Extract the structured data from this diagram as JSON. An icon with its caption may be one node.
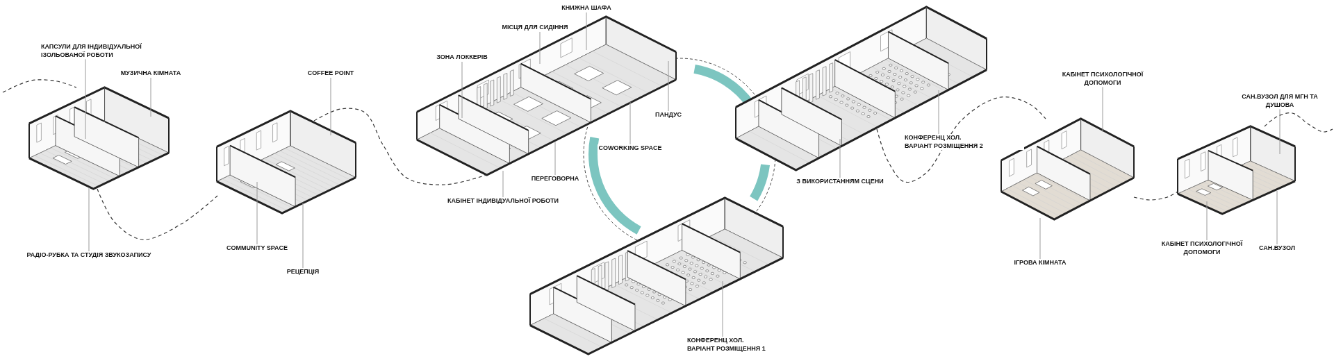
{
  "diagram": {
    "nodes": [
      {
        "text": [
          "КАПСУЛИ ДЛЯ ІНДИВІДУАЛЬНОЇ ІЗОЛЬОВАНОЇ РОБОТИ"
        ]
      },
      {
        "text": [
          "МУЗИЧНА КІМНАТА"
        ]
      },
      {
        "text": [
          "РАДІО-РУБКА ТА СТУДІЯ ЗВУКОЗАПИСУ"
        ]
      },
      {
        "text": [],
        "shape": "picture"
      },
      {
        "text": [
          "COFFEE POINT"
        ]
      },
      {
        "text": [
          "COMMUNITY SPACE"
        ]
      },
      {
        "text": [
          "РЕЦЕПЦІЯ"
        ]
      },
      {
        "text": [],
        "shape": "picture"
      },
      {
        "text": [
          "КНИЖНА ШАФА"
        ]
      },
      {
        "text": [
          "МІСЦЯ ДЛЯ СИДІННЯ"
        ]
      },
      {
        "text": [
          "ЗОНА ЛОККЕРІВ"
        ]
      },
      {
        "text": [
          "ПАНДУС"
        ]
      },
      {
        "text": [
          "COWORKING SPACE"
        ]
      },
      {
        "text": [
          "ПЕРЕГОВОРНА"
        ]
      },
      {
        "text": [
          "КАБІНЕТ ІНДИВІДУАЛЬНОЇ РОБОТИ"
        ]
      },
      {
        "text": [],
        "shape": "picture"
      },
      {
        "text": [
          "КОНФЕРЕНЦ ХОЛ. ВАРІАНТ РОЗМІЩЕННЯ 2"
        ]
      },
      {
        "text": [
          "З ВИКОРИСТАННЯМ СЦЕНИ"
        ]
      },
      {
        "text": [],
        "shape": "picture"
      },
      {
        "text": [
          "КОНФЕРЕНЦ ХОЛ. ВАРІАНТ РОЗМІЩЕННЯ 1"
        ]
      },
      {
        "text": [],
        "shape": "picture"
      },
      {
        "text": [
          "КАБІНЕТ ПСИХОЛОГІЧНОЇ ДОПОМОГИ"
        ]
      },
      {
        "text": [
          "ІГРОВА КІМНАТА"
        ]
      },
      {
        "text": [],
        "shape": "picture"
      },
      {
        "text": [
          "САН.ВУЗОЛ ДЛЯ МГН ТА ДУШОВА"
        ]
      },
      {
        "text": [
          "КАБІНЕТ ПСИХОЛОГІЧНОЇ ДОПОМОГИ"
        ]
      },
      {
        "text": [
          "САН.ВУЗОЛ"
        ]
      },
      {
        "text": [],
        "shape": "picture"
      }
    ],
    "edges": [
      {
        "from": 0,
        "to": 3,
        "arrow": "none"
      },
      {
        "from": 1,
        "to": 3,
        "arrow": "none"
      },
      {
        "from": 2,
        "to": 3,
        "arrow": "none"
      },
      {
        "from": 4,
        "to": 7,
        "arrow": "none"
      },
      {
        "from": 5,
        "to": 7,
        "arrow": "none"
      },
      {
        "from": 6,
        "to": 7,
        "arrow": "none"
      },
      {
        "from": 8,
        "to": 15,
        "arrow": "none"
      },
      {
        "from": 9,
        "to": 15,
        "arrow": "none"
      },
      {
        "from": 10,
        "to": 15,
        "arrow": "none"
      },
      {
        "from": 11,
        "to": 15,
        "arrow": "none"
      },
      {
        "from": 12,
        "to": 15,
        "arrow": "none"
      },
      {
        "from": 13,
        "to": 15,
        "arrow": "none"
      },
      {
        "from": 14,
        "to": 15,
        "arrow": "none"
      },
      {
        "from": 16,
        "to": 18,
        "arrow": "none"
      },
      {
        "from": 17,
        "to": 18,
        "arrow": "none"
      },
      {
        "from": 19,
        "to": 20,
        "arrow": "none"
      },
      {
        "from": 21,
        "to": 23,
        "arrow": "none"
      },
      {
        "from": 22,
        "to": 23,
        "arrow": "none"
      },
      {
        "from": 24,
        "to": 27,
        "arrow": "none"
      },
      {
        "from": 25,
        "to": 27,
        "arrow": "none"
      },
      {
        "from": 26,
        "to": 27,
        "arrow": "none"
      },
      {
        "from": null,
        "to": 3,
        "arrow": "none",
        "style": "dashed",
        "color": "#333333"
      },
      {
        "from": 3,
        "to": 7,
        "arrow": "none",
        "style": "dashed",
        "color": "#333333"
      },
      {
        "from": 7,
        "to": 15,
        "arrow": "none",
        "style": "dashed",
        "color": "#333333"
      },
      {
        "from": 18,
        "to": 23,
        "arrow": "none",
        "style": "dashed",
        "color": "#333333"
      },
      {
        "from": 23,
        "to": 27,
        "arrow": "none",
        "style": "dashed",
        "color": "#333333"
      },
      {
        "from": 27,
        "to": null,
        "arrow": "none",
        "style": "dashed",
        "color": "#333333"
      }
    ]
  }
}
